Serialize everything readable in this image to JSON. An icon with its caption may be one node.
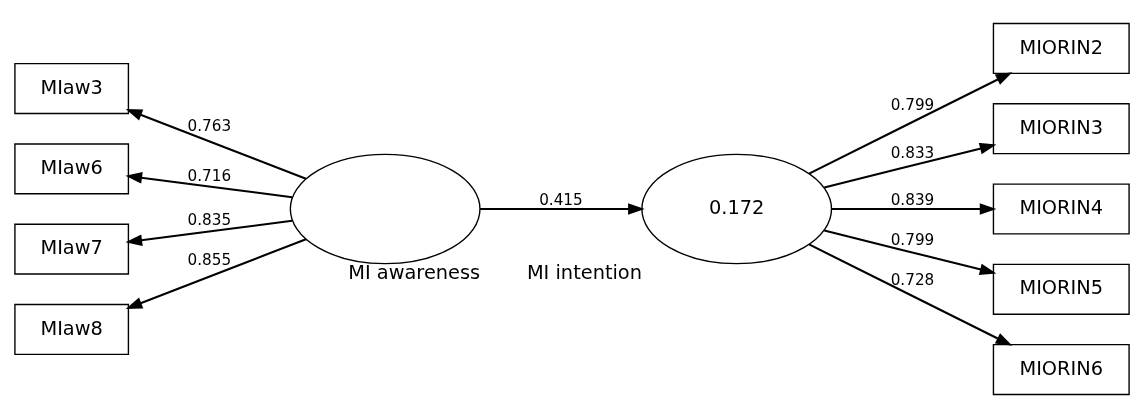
{
  "diagram": {
    "nodes": [
      {
        "text": [
          "MIaw3"
        ]
      },
      {
        "text": [
          "MIaw6"
        ]
      },
      {
        "text": [
          "MIaw7"
        ]
      },
      {
        "text": [
          "MIaw8"
        ]
      },
      {
        "text": [],
        "shape": "ellipse",
        "beside": [
          "MI awareness"
        ]
      },
      {
        "text": [
          "0.172"
        ],
        "beside": [
          "MI intention"
        ]
      },
      {
        "text": [
          "MIORIN2"
        ]
      },
      {
        "text": [
          "MIORIN3"
        ]
      },
      {
        "text": [
          "MIORIN4"
        ]
      },
      {
        "text": [
          "MIORIN5"
        ]
      },
      {
        "text": [
          "MIORIN6"
        ]
      }
    ],
    "edges": [
      {
        "from": 4,
        "to": 0,
        "arrow": "to",
        "label": "0.763"
      },
      {
        "from": 4,
        "to": 1,
        "arrow": "to",
        "label": "0.716"
      },
      {
        "from": 4,
        "to": 2,
        "arrow": "to",
        "label": "0.835"
      },
      {
        "from": 4,
        "to": 3,
        "arrow": "to",
        "label": "0.855"
      },
      {
        "from": 4,
        "to": 5,
        "arrow": "to",
        "label": "0.415"
      },
      {
        "from": 5,
        "to": 6,
        "arrow": "to",
        "label": "0.799"
      },
      {
        "from": 5,
        "to": 7,
        "arrow": "to",
        "label": "0.833"
      },
      {
        "from": 5,
        "to": 8,
        "arrow": "to",
        "label": "0.839"
      },
      {
        "from": 5,
        "to": 9,
        "arrow": "to",
        "label": "0.799"
      },
      {
        "from": 5,
        "to": 10,
        "arrow": "to",
        "label": "0.728"
      }
    ]
  }
}
